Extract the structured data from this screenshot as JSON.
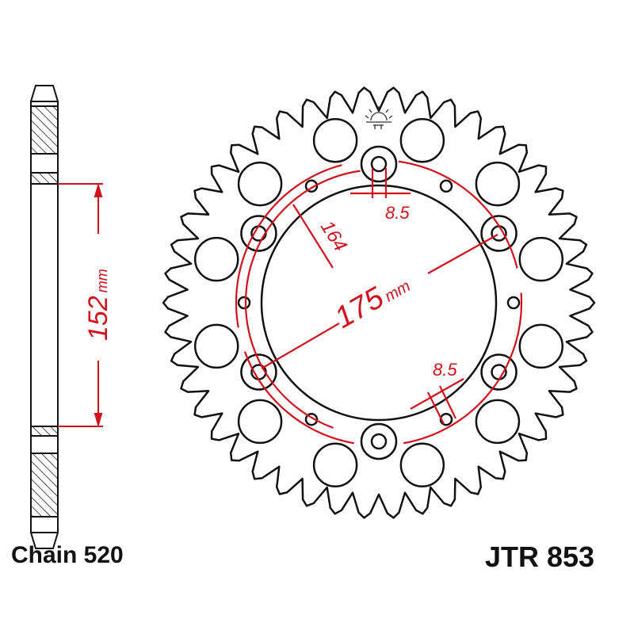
{
  "part_number": "JTR 853",
  "chain": "Chain 520",
  "dimensions": {
    "hub_diameter": "152",
    "hub_unit": "mm",
    "pcd": "175",
    "pcd_unit": "mm",
    "inner_bolt_circle": "164",
    "bolt_hole_top": "8.5",
    "bolt_hole_bottom": "8.5"
  },
  "colors": {
    "outline": "#111111",
    "dimension": "#d0101a"
  },
  "logo": "sunrise-logo"
}
